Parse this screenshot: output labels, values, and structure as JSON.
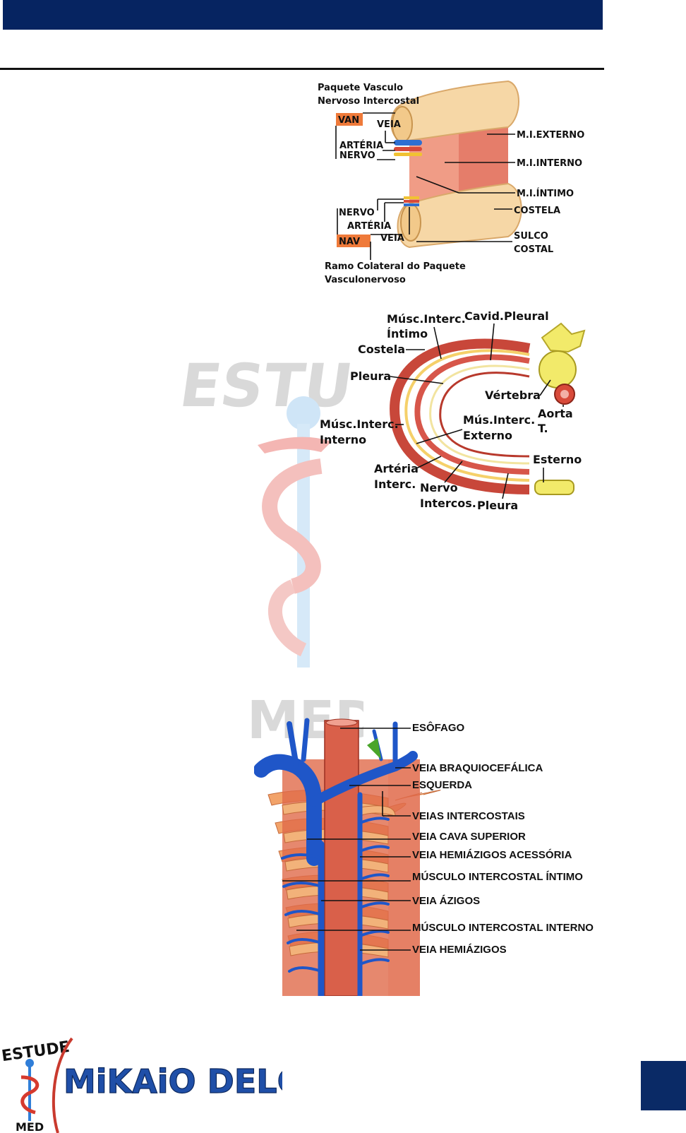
{
  "colors": {
    "header": "#062461",
    "accent_orange": "#ef7a3a"
  },
  "watermark": {
    "top": "ESTU",
    "bottom": "MED"
  },
  "fig1": {
    "title1": "Paquete Vasculo",
    "title2": "Nervoso Intercostal",
    "van": "VAN",
    "veia_top": "VEIA",
    "arteria_top": "ARTÉRIA",
    "nervo_top": "NERVO",
    "mi_externo": "M.I.EXTERNO",
    "mi_interno": "M.I.INTERNO",
    "mi_intimo": "M.I.ÍNTIMO",
    "nervo_bot": "NERVO",
    "costela": "COSTELA",
    "arteria_bot": "ARTÉRIA",
    "veia_bot": "VEIA",
    "sulco": "SULCO",
    "costal": "COSTAL",
    "nav": "NAV",
    "footer1": "Ramo Colateral do Paquete",
    "footer2": "Vasculonervoso"
  },
  "fig2": {
    "musc_interc": "Músc.Interc.",
    "intimo": "Íntimo",
    "cavid": "Cavid.Pleural",
    "costela": "Costela",
    "pleura_top": "Pleura",
    "vertebra": "Vértebra",
    "aorta": "Aorta",
    "aorta_t": "T.",
    "musc_interno1": "Músc.Interc.",
    "musc_interno2": "Interno",
    "mus_externo1": "Mús.Interc.",
    "mus_externo2": "Externo",
    "esterno": "Esterno",
    "arteria1": "Artéria",
    "arteria2": "Interc.",
    "nervo1": "Nervo",
    "nervo2": "Intercos.",
    "pleura_bot": "Pleura"
  },
  "fig3": {
    "labels": [
      "ESÔFAGO",
      "VEIA BRAQUIOCEFÁLICA",
      "ESQUERDA",
      "VEIAS INTERCOSTAIS",
      "VEIA CAVA SUPERIOR",
      "VEIA HEMIÁZIGOS ACESSÓRIA",
      "MÚSCULO INTERCOSTAL ÍNTIMO",
      "VEIA ÁZIGOS",
      "MÚSCULO INTERCOSTAL INTERNO",
      "VEIA HEMIÁZIGOS"
    ]
  },
  "logo": {
    "estude": "ESTUDE",
    "med": "MED",
    "name": "MiKAiO DELGADO"
  }
}
